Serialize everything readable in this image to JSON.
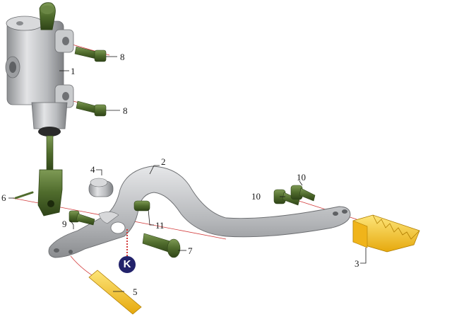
{
  "diagram": {
    "callouts": [
      {
        "id": "1",
        "text": "1"
      },
      {
        "id": "2",
        "text": "2"
      },
      {
        "id": "3",
        "text": "3"
      },
      {
        "id": "4",
        "text": "4"
      },
      {
        "id": "5",
        "text": "5"
      },
      {
        "id": "6",
        "text": "6"
      },
      {
        "id": "7",
        "text": "7"
      },
      {
        "id": "8a",
        "text": "8"
      },
      {
        "id": "8b",
        "text": "8"
      },
      {
        "id": "9",
        "text": "9"
      },
      {
        "id": "10a",
        "text": "10"
      },
      {
        "id": "10b",
        "text": "10"
      },
      {
        "id": "11",
        "text": "11"
      }
    ],
    "marker": {
      "text": "K"
    },
    "colors": {
      "cast_silver": "#c9cbcd",
      "bolt_green": "#4f6b2c",
      "footpeg_yellow": "#f4c623",
      "spring_yellow": "#e8c020",
      "leader_red": "#d23a3a",
      "marker_navy": "#22226b"
    }
  }
}
